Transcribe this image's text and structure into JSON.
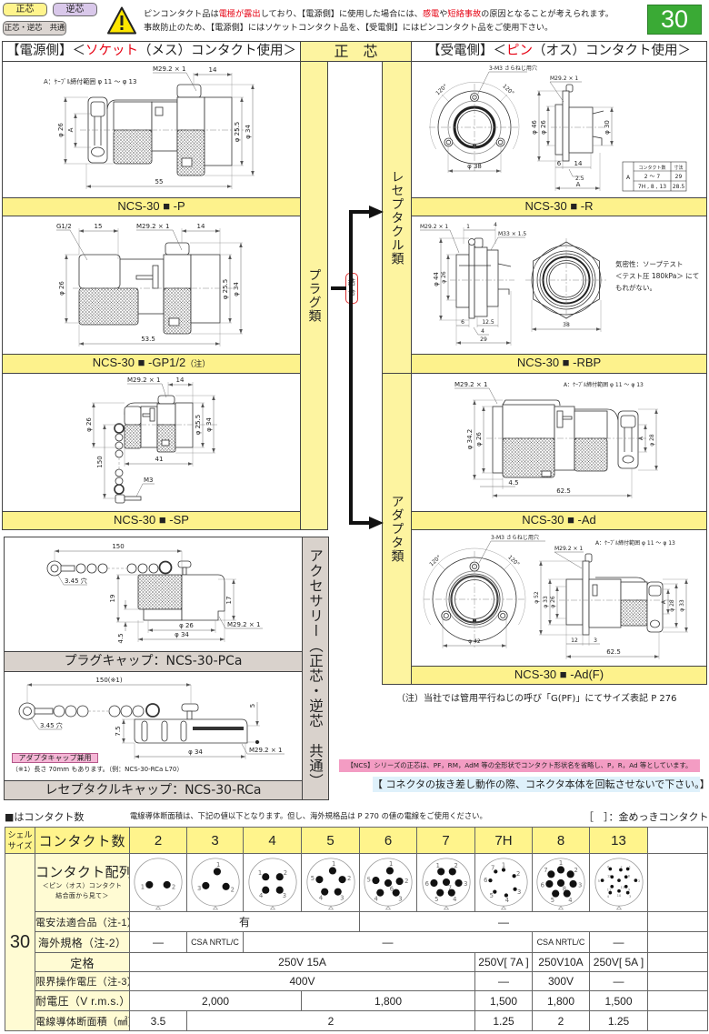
{
  "legend": {
    "seishin": "正芯",
    "gyakushin": "逆芯",
    "common": "正芯・逆芯　共通"
  },
  "warning": {
    "icon": "warning-triangle-icon",
    "line1": [
      "ピンコンタクト品は",
      "電極が露出",
      "しており、【電源側】に使用した場合には、",
      "感電",
      "や",
      "短絡事故",
      "の原因となることが考えられます。"
    ],
    "line2": "事故防止のため、【電源側】にはソケットコンタクト品を、【受電側】にはピンコンタクト品をご使用下さい。"
  },
  "shell_size_badge": "30",
  "colors": {
    "accent_green": "#3aaa35",
    "label_yellow": "#fdf28c",
    "accessory_gray": "#d9d2cc",
    "warning_red": "#e60012",
    "note_pink": "#f39cc3",
    "notice_blue": "#dff1fb"
  },
  "sections": {
    "source_side": {
      "pre": "【電源側】＜",
      "red": "ソケット",
      "post": "（メス）コンタクト使用＞"
    },
    "center": "正　芯",
    "load_side": {
      "pre": "【受電側】＜",
      "red": "ピン",
      "post": "（オス）コンタクト使用＞"
    }
  },
  "categories": {
    "plug": "プラグ類",
    "receptacle": "レセプタクル類",
    "adapter": "アダプタ類",
    "accessory": "アクセサリー（正芯・逆芯　共通）",
    "mating": "結合"
  },
  "models": {
    "p": "NCS-30 ■ -P",
    "gp": "NCS-30 ■ -GP1/2",
    "gp_note": "（注）",
    "sp": "NCS-30 ■ -SP",
    "r": "NCS-30 ■ -R",
    "rbp": "NCS-30 ■ -RBP",
    "ad": "NCS-30 ■ -Ad",
    "adf": "NCS-30 ■ -Ad(F)",
    "pca": "プラグキャップ：NCS-30-PCa",
    "rca": "レセプタクルキャップ：NCS-30-RCa"
  },
  "drawings": {
    "p": {
      "cable_range": "A：ｹｰﾌﾞﾙ締付範囲 φ 11 ～ φ 13",
      "thread": "M29.2 × 1",
      "len_front": "14",
      "d_body": "φ 26",
      "a": "A",
      "d_front": "φ 25.5",
      "d_nut": "φ 34",
      "length": "55"
    },
    "gp": {
      "gland": "G1/2",
      "len_gland": "15",
      "thread": "M29.2 × 1",
      "len_front": "14",
      "d_body": "φ 26",
      "d_front": "φ 25.5",
      "d_nut": "φ 34",
      "length": "53.5"
    },
    "sp": {
      "thread": "M29.2 × 1",
      "len_front": "14",
      "d_body": "φ 26",
      "chain": "150",
      "d_front": "φ 25.5",
      "d_nut": "φ 34",
      "length": "41",
      "screw": "M3"
    },
    "r": {
      "holes": "3-M3 さらねじ用穴",
      "angle_l": "120°",
      "angle_r": "120°",
      "pitch": "φ 38",
      "thread": "M29.2 × 1",
      "d_flange": "φ 46",
      "d_body": "φ 26",
      "d_rear": "φ 30",
      "len_a": "6",
      "len_b": "14",
      "len_c": "2.5",
      "len_total": "A",
      "table": {
        "col_count": "コンタクト数",
        "col_dim": "寸法",
        "row_label": "A",
        "rows": [
          [
            "2 ～ 7",
            "29"
          ],
          [
            "7H , 8 , 13",
            "28.5"
          ]
        ]
      }
    },
    "rbp": {
      "thread": "M29.2 × 1",
      "len_1": "1",
      "len_4": "4",
      "nut_thread": "M33 × 1.5",
      "d_flange": "φ 44",
      "d_body": "φ 26",
      "len_a": "6",
      "len_b": "12.5",
      "len_c": "4",
      "len_total": "29",
      "hex": "38",
      "note": [
        "気密性：ソープテスト",
        "＜テスト圧 180kPa＞ にて",
        "もれがない。"
      ]
    },
    "ad": {
      "thread": "M29.2 × 1",
      "cable_range": "A：ｹｰﾌﾞﾙ締付範囲 φ 11 ～ φ 13",
      "d_front": "φ 34.2",
      "d_body": "φ 26",
      "a": "A",
      "d_rear": "φ 28",
      "len_a": "4.5",
      "length": "62.5"
    },
    "adf": {
      "holes": "3-M3 さらねじ用穴",
      "angle_l": "120°",
      "angle_r": "120°",
      "pitch": "φ 42",
      "thread": "M29.2 × 1",
      "cable_range": "A：ｹｰﾌﾞﾙ締付範囲 φ 11 ～ φ 13",
      "d_flange": "φ 52",
      "d_front": "φ 33",
      "d_body": "φ 26",
      "a": "A",
      "d_rear": "φ 28",
      "d_nut": "φ 33",
      "len_a": "12",
      "len_b": "3",
      "length": "62.5"
    },
    "pca": {
      "chain": "150",
      "hole": "3.45 穴",
      "h_total": "19",
      "h_body": "17",
      "h_lip": "4.5",
      "d_inner": "φ 26",
      "d_outer": "φ 34",
      "thread": "M29.2 × 1"
    },
    "rca": {
      "chain": "150(※1)",
      "hole": "3.45 穴",
      "h_body": "7.5",
      "h_gap": "5",
      "d_outer": "φ 34",
      "thread": "M29.2 × 1",
      "badge": "アダプタキャップ兼用",
      "footnote": "（※1）長さ 70mm もあります。（例：NCS-30-RCa L70）"
    }
  },
  "notes": {
    "gpf": "（注）当社では管用平行ねじの呼び「G(PF)」にてサイズ表記 P 276",
    "ncs": "【NCS】シリーズの正芯は、PF，RM，AdM 等の全形状でコンタクト形状名を省略し、P，R，Ad 等としています。",
    "caution": "【 コネクタの抜き差し動作の際、コネクタ本体を回転させないで下さい。】"
  },
  "table_caption": {
    "left": "■はコンタクト数",
    "mid": "電線導体断面積は、下記の値以下となります。但し、海外規格品は P 270 の値の電線をご使用ください。",
    "right": "［　］：金めっきコンタクト"
  },
  "table": {
    "shell_header": [
      "シェル",
      "サイズ"
    ],
    "contacts_header": "コンタクト数",
    "columns": [
      "2",
      "3",
      "4",
      "5",
      "6",
      "7",
      "7H",
      "8",
      "13"
    ],
    "shell_size": "30",
    "layout_label": {
      "title": "コンタクト配列",
      "sub1": "＜ピン（オス）コンタクト",
      "sub2": "結合面から見て＞"
    },
    "pin_labels": [
      [
        "1",
        "2"
      ],
      [
        "1",
        "2",
        "3"
      ],
      [
        "1",
        "2",
        "3",
        "4"
      ],
      [
        "1",
        "2",
        "3",
        "4",
        "5"
      ],
      [
        "1",
        "2",
        "3",
        "4",
        "5",
        "6"
      ],
      [
        "1",
        "2",
        "3",
        "4",
        "5",
        "6",
        "7"
      ],
      [
        "1",
        "2",
        "3",
        "4",
        "5",
        "6",
        "7"
      ],
      [
        "1",
        "2",
        "3",
        "4",
        "5",
        "6",
        "7",
        "8"
      ],
      [
        "1",
        "2",
        "3",
        "4",
        "5",
        "6",
        "7",
        "8",
        "9",
        "10",
        "11",
        "12",
        "13"
      ]
    ],
    "rows": [
      {
        "label": "電安法適合品（注-1）",
        "values": [
          "有",
          "—"
        ]
      },
      {
        "label": "海外規格（注-2）",
        "values": [
          "—",
          "CSA NRTL/C",
          "—",
          "CSA NRTL/C",
          "—"
        ]
      },
      {
        "label": "定格",
        "values": [
          "250V 15A",
          "250V[ 7A ]",
          "250V10A",
          "250V[ 5A ]"
        ]
      },
      {
        "label": "限界操作電圧（注-3）",
        "values": [
          "400V",
          "—",
          "300V",
          "—"
        ]
      },
      {
        "label": "耐電圧（V r.m.s.）",
        "values": [
          "2,000",
          "1,800",
          "1,500",
          "1,800",
          "1,500"
        ]
      },
      {
        "label": "電線導体断面積（㎟）",
        "values": [
          "3.5",
          "2",
          "1.25",
          "2",
          "1.25"
        ]
      }
    ]
  }
}
